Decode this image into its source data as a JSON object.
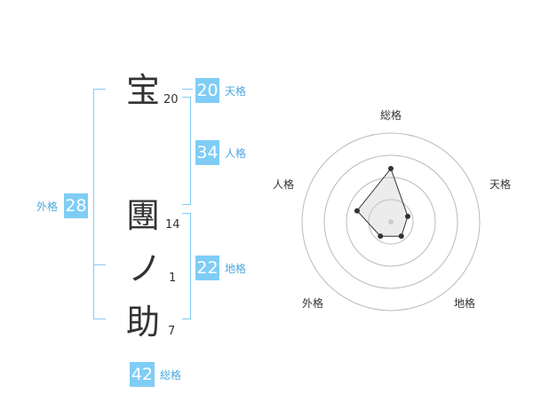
{
  "colors": {
    "accent": "#7fcdf5",
    "label": "#4aa8e0",
    "text": "#333333"
  },
  "name": {
    "chars": [
      {
        "char": "宝",
        "strokes": "20"
      },
      {
        "char": "團",
        "strokes": "14"
      },
      {
        "char": "ノ",
        "strokes": "1"
      },
      {
        "char": "助",
        "strokes": "7"
      }
    ]
  },
  "fortune": {
    "tenkaku": {
      "value": "20",
      "label": "天格"
    },
    "jinkaku": {
      "value": "34",
      "label": "人格"
    },
    "chikaku": {
      "value": "22",
      "label": "地格"
    },
    "gaikaku": {
      "value": "28",
      "label": "外格"
    },
    "soukaku": {
      "value": "42",
      "label": "総格"
    }
  },
  "chart_data": {
    "type": "radar",
    "axes": [
      "総格",
      "天格",
      "地格",
      "外格",
      "人格"
    ],
    "values": [
      3,
      1,
      1,
      1,
      2
    ],
    "max": 5,
    "rings": 4
  }
}
